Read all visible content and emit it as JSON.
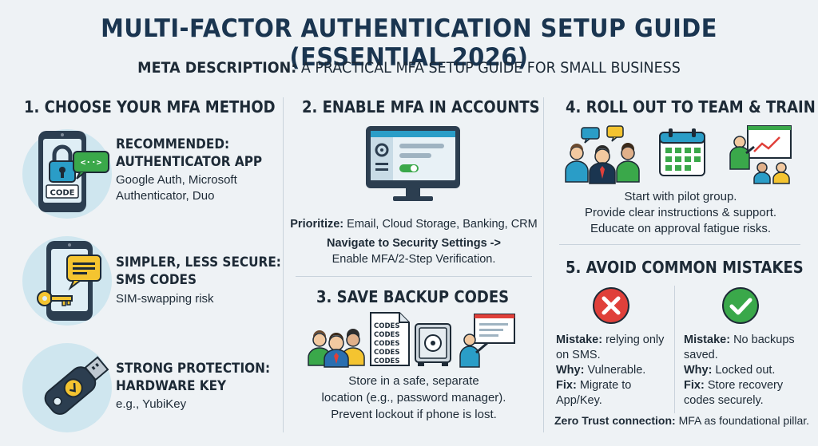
{
  "header": {
    "title": "MULTI-FACTOR AUTHENTICATION SETUP GUIDE (ESSENTIAL 2026)",
    "meta_label": "META DESCRIPTION:",
    "meta_text": "A PRACTICAL MFA SETUP GUIDE FOR SMALL BUSINESS"
  },
  "section1": {
    "title": "1. CHOOSE YOUR MFA METHOD",
    "options": [
      {
        "head_line1": "RECOMMENDED:",
        "head_line2": "AUTHENTICATOR APP",
        "body_line1": "Google Auth, Microsoft",
        "body_line2": "Authenticator, Duo",
        "icon": "phone-lock-icon",
        "icon_text": "CODE",
        "bubble_text": "<··>"
      },
      {
        "head_line1": "SIMPLER, LESS SECURE:",
        "head_line2": "SMS CODES",
        "body_line1": "SIM-swapping risk",
        "icon": "phone-sms-icon"
      },
      {
        "head_line1": "STRONG PROTECTION:",
        "head_line2": "HARDWARE KEY",
        "body_line1": "e.g., YubiKey",
        "icon": "hardware-key-icon"
      }
    ]
  },
  "section2": {
    "title": "2. ENABLE MFA IN ACCOUNTS",
    "prioritize_label": "Prioritize:",
    "prioritize_text": "Email, Cloud Storage, Banking, CRM",
    "navigate_label": "Navigate to Security Settings ->",
    "navigate_text": "Enable MFA/2-Step Verification."
  },
  "section3": {
    "title": "3. SAVE BACKUP CODES",
    "codes": [
      "CODES",
      "CODES",
      "CODES",
      "CODES",
      "CODES"
    ],
    "line1": "Store in a safe, separate",
    "line2": "location (e.g., password manager).",
    "line3": "Prevent lockout if phone is lost."
  },
  "section4": {
    "title": "4. ROLL OUT TO TEAM & TRAIN",
    "line1": "Start with pilot group.",
    "line2": "Provide clear instructions & support.",
    "line3": "Educate on approval fatigue risks."
  },
  "section5": {
    "title": "5. AVOID COMMON MISTAKES",
    "bad": {
      "mistake_label": "Mistake:",
      "mistake_text_1": "relying only",
      "mistake_text_2": "on SMS.",
      "why_label": "Why:",
      "why_text": "Vulnerable.",
      "fix_label": "Fix:",
      "fix_text_1": "Migrate to",
      "fix_text_2": "App/Key."
    },
    "good": {
      "mistake_label": "Mistake:",
      "mistake_text_1": "No backups",
      "mistake_text_2": "saved.",
      "why_label": "Why:",
      "why_text": "Locked out.",
      "fix_label": "Fix:",
      "fix_text_1": "Store recovery",
      "fix_text_2": "codes securely."
    },
    "zero_trust_label": "Zero Trust connection:",
    "zero_trust_text": "MFA as foundational pillar."
  },
  "colors": {
    "title": "#1a3550",
    "accent_teal": "#2a9dc7",
    "bad_red": "#e0403a",
    "good_green": "#3aa84a",
    "bubble_yellow": "#f4c430",
    "circle_bg": "#cfe6ef"
  }
}
